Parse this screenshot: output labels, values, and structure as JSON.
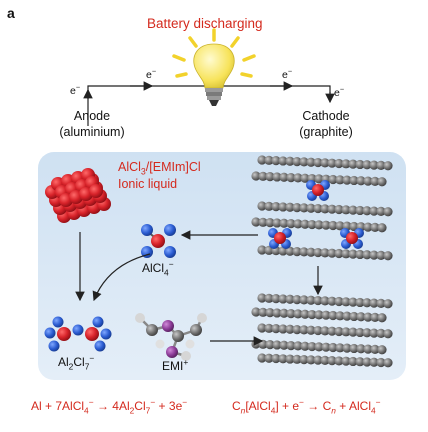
{
  "panel": {
    "letter": "a"
  },
  "header": {
    "title": "Battery discharging"
  },
  "electrons": {
    "left": "e−",
    "mid_left": "e−",
    "mid_right": "e−",
    "right": "e−"
  },
  "anode": {
    "name": "Anode",
    "material": "(aluminium)"
  },
  "cathode": {
    "name": "Cathode",
    "material": "(graphite)"
  },
  "electrolyte": {
    "formula": "AlCl3/[EMIm]Cl",
    "name": "Ionic liquid"
  },
  "species": {
    "alcl4": "AlCl4−",
    "al2cl7": "Al2Cl7−",
    "emi": "EMI+"
  },
  "equations": {
    "anode_reaction": "Al + 7AlCl4− → 4Al2Cl7− + 3e−",
    "cathode_reaction": "Cn[AlCl4] + e− → Cn + AlCl4−"
  },
  "colors": {
    "accent_red": "#d42a1e",
    "panel_blue": "#dbe9f5",
    "bulb_yellow": "#f7e35a",
    "graphite_gray": "#6f6f6f",
    "chlorine_blue": "#2a5bd0",
    "aluminium_red": "#d8232a",
    "emi_purple": "#8a3a96"
  },
  "icons": {
    "bulb": "light-bulb-icon",
    "anode": "aluminium-cluster-icon",
    "graphite": "graphite-layers-icon"
  }
}
